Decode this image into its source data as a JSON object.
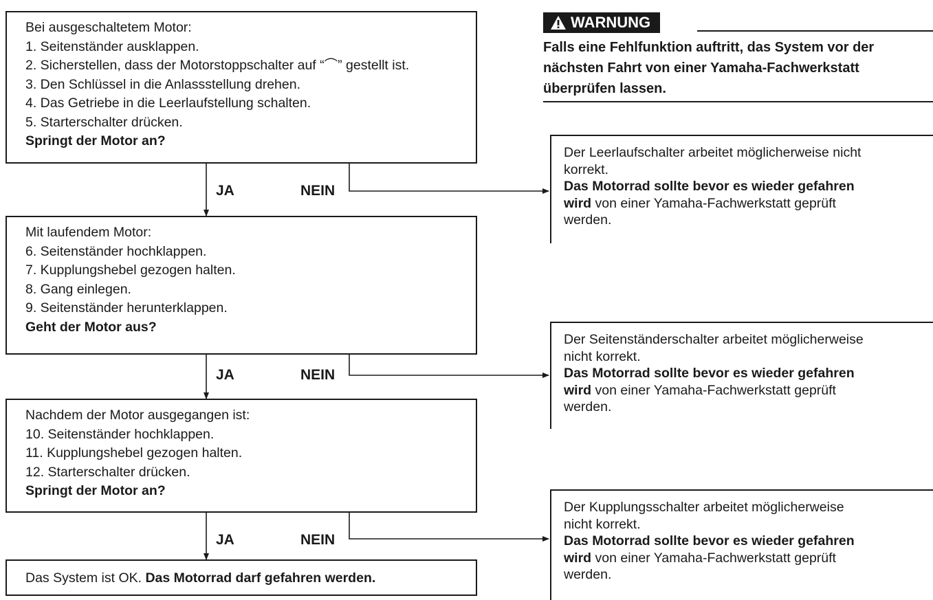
{
  "steps": [
    {
      "lines": [
        "Bei ausgeschaltetem Motor:",
        "1. Seitenständer ausklappen.",
        "2. Sicherstellen, dass der Motorstoppschalter auf “⌒” gestellt ist.",
        "3. Den Schlüssel in die Anlassstellung drehen.",
        "4. Das Getriebe in die Leerlaufstellung schalten.",
        "5. Starterschalter drücken."
      ],
      "question": "Springt der Motor an?"
    },
    {
      "lines": [
        "Mit laufendem Motor:",
        "6. Seitenständer hochklappen.",
        "7. Kupplungshebel gezogen halten.",
        "8. Gang einlegen.",
        "9. Seitenständer herunterklappen."
      ],
      "question": "Geht der Motor aus?"
    },
    {
      "lines": [
        "Nachdem der Motor ausgegangen ist:",
        "10. Seitenständer hochklappen.",
        "11. Kupplungshebel gezogen halten.",
        "12. Starterschalter drücken."
      ],
      "question": "Springt der Motor an?"
    }
  ],
  "final": {
    "normal": "Das System ist OK. ",
    "bold": "Das Motorrad darf gefahren werden."
  },
  "labels": {
    "yes": "JA",
    "no": "NEIN"
  },
  "results": [
    {
      "lines": [
        "Der Leerlaufschalter arbeitet möglicherweise nicht",
        "korrekt."
      ],
      "bold_line": "Das Motorrad sollte bevor es wieder gefahren",
      "mixed_bold": "wird",
      "mixed_normal": " von einer Yamaha-Fachwerkstatt geprüft",
      "last": "werden."
    },
    {
      "lines": [
        "Der Seitenständerschalter arbeitet möglicherweise",
        "nicht korrekt."
      ],
      "bold_line": "Das Motorrad sollte bevor es wieder gefahren",
      "mixed_bold": "wird",
      "mixed_normal": " von einer Yamaha-Fachwerkstatt geprüft",
      "last": "werden."
    },
    {
      "lines": [
        "Der Kupplungsschalter arbeitet möglicherweise",
        "nicht korrekt."
      ],
      "bold_line": "Das Motorrad sollte bevor es wieder gefahren",
      "mixed_bold": "wird",
      "mixed_normal": " von einer Yamaha-Fachwerkstatt geprüft",
      "last": "werden."
    }
  ],
  "warning": {
    "title": "WARNUNG",
    "lines": [
      "Falls eine Fehlfunktion auftritt, das System vor der",
      "nächsten Fahrt von einer Yamaha-Fachwerkstatt",
      "überprüfen lassen."
    ]
  }
}
